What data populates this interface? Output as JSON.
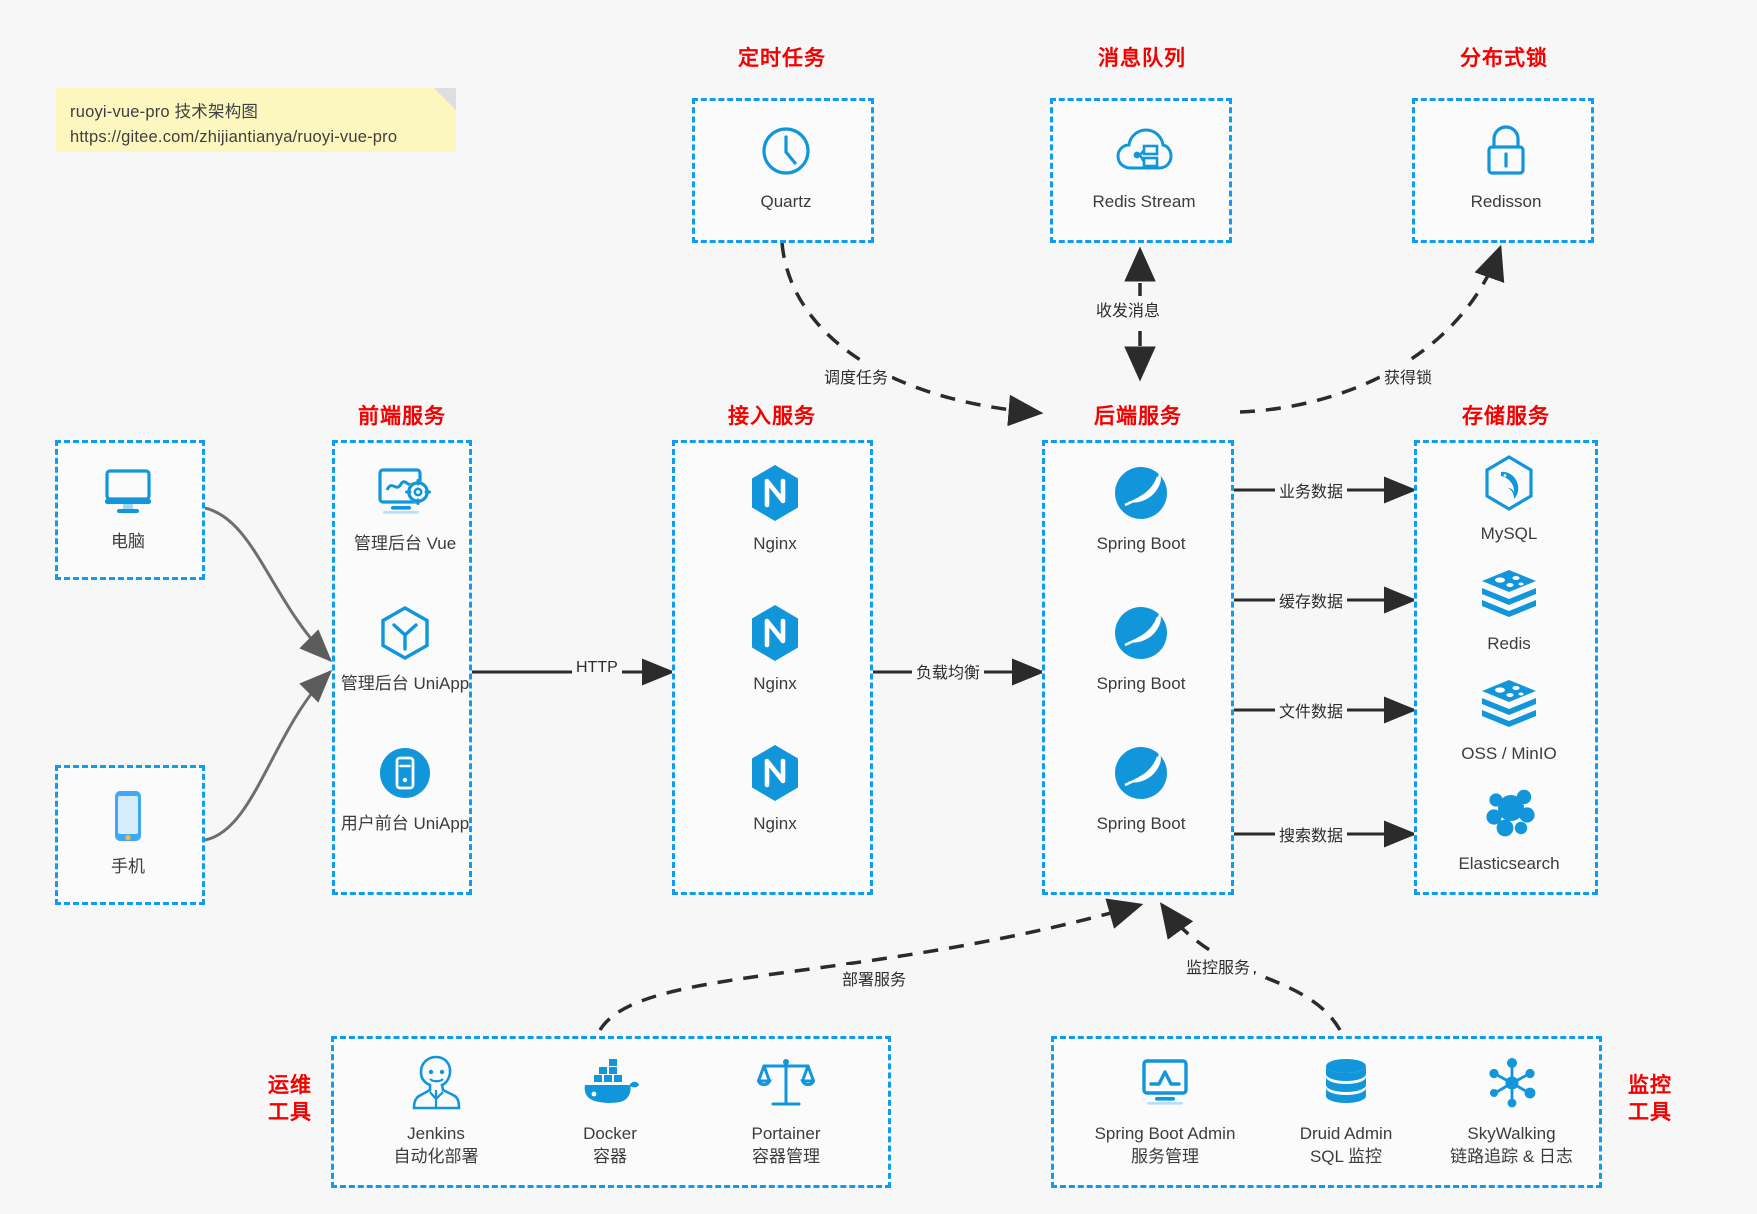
{
  "note": {
    "line1": "ruoyi-vue-pro 技术架构图",
    "line2": "https://gitee.com/zhijiantianya/ruoyi-vue-pro"
  },
  "colors": {
    "box_border": "#0d9cf2",
    "group_title": "#f50000",
    "icon_blue": "#1296db",
    "background": "#f7f7f7",
    "note_bg": "#fbf7bf"
  },
  "groups": {
    "scheduler": {
      "title": "定时任务",
      "items": [
        {
          "label": "Quartz",
          "icon": "clock-icon"
        }
      ]
    },
    "mq": {
      "title": "消息队列",
      "items": [
        {
          "label": "Redis Stream",
          "icon": "cloud-network-icon"
        }
      ]
    },
    "lock": {
      "title": "分布式锁",
      "items": [
        {
          "label": "Redisson",
          "icon": "padlock-icon"
        }
      ]
    },
    "clients": {
      "items": [
        {
          "label": "电脑",
          "icon": "desktop-monitor-icon"
        },
        {
          "label": "手机",
          "icon": "smartphone-icon"
        }
      ]
    },
    "frontend": {
      "title": "前端服务",
      "items": [
        {
          "label": "管理后台 Vue",
          "icon": "dashboard-gear-icon"
        },
        {
          "label": "管理后台 UniApp",
          "icon": "uniapp-cube-icon"
        },
        {
          "label": "用户前台 UniApp",
          "icon": "mobile-app-icon"
        }
      ]
    },
    "gateway": {
      "title": "接入服务",
      "items": [
        {
          "label": "Nginx",
          "icon": "nginx-icon"
        },
        {
          "label": "Nginx",
          "icon": "nginx-icon"
        },
        {
          "label": "Nginx",
          "icon": "nginx-icon"
        }
      ]
    },
    "backend": {
      "title": "后端服务",
      "items": [
        {
          "label": "Spring Boot",
          "icon": "spring-boot-icon"
        },
        {
          "label": "Spring Boot",
          "icon": "spring-boot-icon"
        },
        {
          "label": "Spring Boot",
          "icon": "spring-boot-icon"
        }
      ]
    },
    "storage": {
      "title": "存储服务",
      "items": [
        {
          "label": "MySQL",
          "icon": "mysql-dolphin-icon"
        },
        {
          "label": "Redis",
          "icon": "redis-stack-icon"
        },
        {
          "label": "OSS / MinIO",
          "icon": "object-storage-icon"
        },
        {
          "label": "Elasticsearch",
          "icon": "elasticsearch-icon"
        }
      ]
    },
    "devops": {
      "title": "运维\n工具",
      "title_l1": "运维",
      "title_l2": "工具",
      "items": [
        {
          "label": "Jenkins",
          "sub": "自动化部署",
          "icon": "jenkins-butler-icon"
        },
        {
          "label": "Docker",
          "sub": "容器",
          "icon": "docker-whale-icon"
        },
        {
          "label": "Portainer",
          "sub": "容器管理",
          "icon": "scales-balance-icon"
        }
      ]
    },
    "monitor": {
      "title_l1": "监控",
      "title_l2": "工具",
      "items": [
        {
          "label": "Spring Boot Admin",
          "sub": "服务管理",
          "icon": "monitor-chart-icon"
        },
        {
          "label": "Druid Admin",
          "sub": "SQL 监控",
          "icon": "database-cylinder-icon"
        },
        {
          "label": "SkyWalking",
          "sub": "链路追踪 & 日志",
          "icon": "skywalking-node-icon"
        }
      ]
    }
  },
  "edges": {
    "http": "HTTP",
    "load_balance": "负载均衡",
    "schedule_task": "调度任务",
    "send_receive_message": "收发消息",
    "acquire_lock": "获得锁",
    "business_data": "业务数据",
    "cache_data": "缓存数据",
    "file_data": "文件数据",
    "search_data": "搜索数据",
    "deploy_service": "部署服务",
    "monitor_service": "监控服务"
  }
}
